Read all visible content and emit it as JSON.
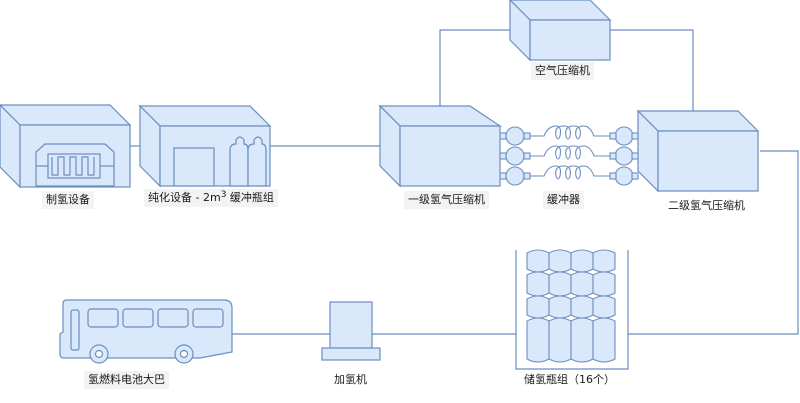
{
  "title": "Hydrogen production, compression, storage and refueling process flow",
  "colors": {
    "fill": "#dae8fc",
    "stroke": "#6c8ebf",
    "line": "#6c8ebf",
    "label_bg": "#f3f3f3",
    "text": "#1a1a1a"
  },
  "nodes": {
    "electrolyzer": {
      "label": "制氢设备",
      "icon": "hydrogen-generator-icon"
    },
    "purifier": {
      "label_prefix": "纯化设备 - 2m",
      "label_sup": "3",
      "label_suffix": " 缓冲瓶组",
      "icon": "purification-equipment-icon"
    },
    "compressor1": {
      "label": "一级氢气压缩机",
      "icon": "compressor-box-icon"
    },
    "buffer": {
      "label": "缓冲器",
      "icon": "buffer-coil-icon",
      "lines": 3
    },
    "air_compressor": {
      "label": "空气压缩机",
      "icon": "compressor-box-icon"
    },
    "compressor2": {
      "label": "二级氢气压缩机",
      "icon": "compressor-box-icon"
    },
    "storage": {
      "label": "储氢瓶组（16个）",
      "icon": "cylinder-bank-icon",
      "count": 16
    },
    "dispenser": {
      "label": "加氢机",
      "icon": "dispenser-icon"
    },
    "bus": {
      "label": "氢燃料电池大巴",
      "icon": "bus-icon"
    }
  },
  "connections": [
    [
      "electrolyzer",
      "purifier"
    ],
    [
      "purifier",
      "compressor1"
    ],
    [
      "compressor1",
      "air_compressor"
    ],
    [
      "air_compressor",
      "compressor2"
    ],
    [
      "compressor1",
      "buffer"
    ],
    [
      "buffer",
      "compressor2"
    ],
    [
      "compressor2",
      "storage"
    ],
    [
      "storage",
      "dispenser"
    ],
    [
      "dispenser",
      "bus"
    ]
  ]
}
